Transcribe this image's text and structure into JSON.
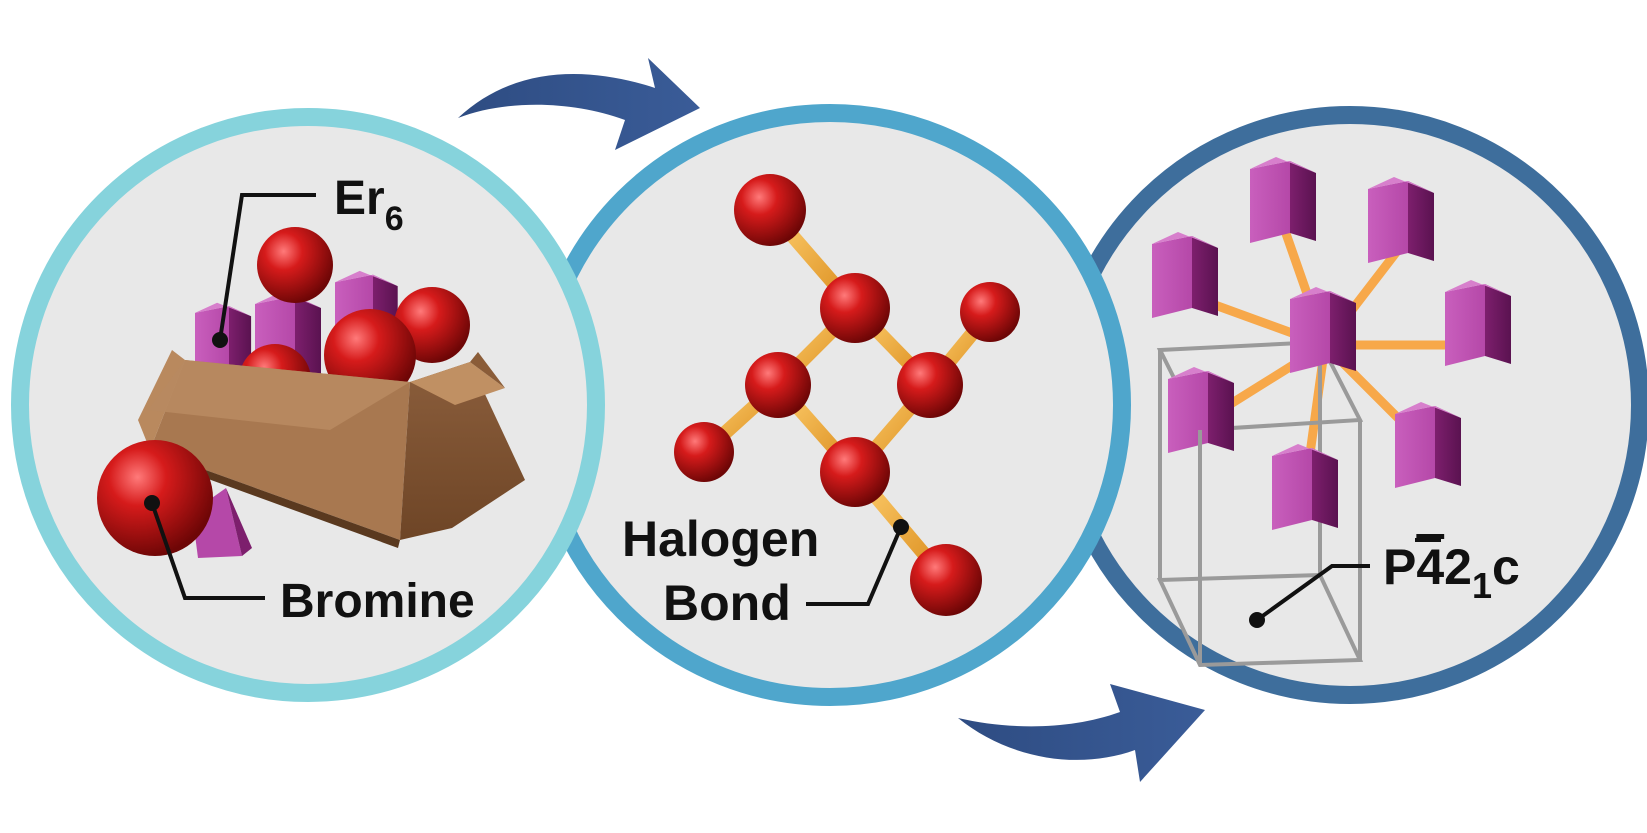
{
  "colors": {
    "circle1_ring": "#86D3DC",
    "circle2_ring": "#4FA6CC",
    "circle3_ring": "#3E6E9C",
    "circle_fill": "#E8E8E8",
    "arrow": "#34558E",
    "sphere": "#C41515",
    "prism": "#B848A8",
    "bond": "#F0A830",
    "box": "#9A6A45",
    "cell": "#9A9A9A"
  },
  "panels": [
    {
      "label_er": "Er",
      "label_er_sub": "6",
      "label_bromine": "Bromine"
    },
    {
      "label_line1": "Halogen",
      "label_line2": "Bond"
    },
    {
      "label_p": "P",
      "label_4": "4",
      "label_2": "2",
      "label_2_sub": "1",
      "label_c": "c"
    }
  ]
}
